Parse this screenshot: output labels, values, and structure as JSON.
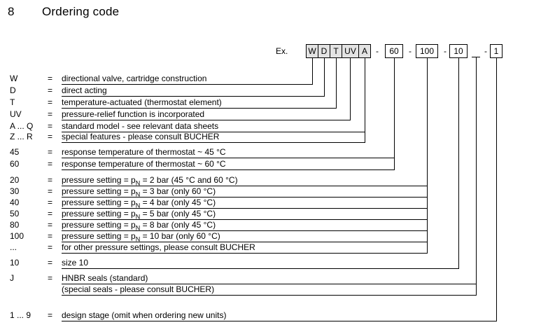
{
  "page": {
    "section_number": "8",
    "title": "Ordering code",
    "example_label": "Ex."
  },
  "colors": {
    "background": "#ffffff",
    "text": "#000000",
    "line": "#000000",
    "letter_box_fill": "#e3e3e3",
    "value_box_fill": "#ffffff",
    "box_border": "#000000"
  },
  "code_boxes": [
    {
      "label": "W",
      "type": "letter"
    },
    {
      "label": "D",
      "type": "letter"
    },
    {
      "label": "T",
      "type": "letter"
    },
    {
      "label": "UV",
      "type": "letter"
    },
    {
      "label": "A",
      "type": "letter"
    },
    {
      "label": "-",
      "type": "sep"
    },
    {
      "label": "60",
      "type": "value"
    },
    {
      "label": "-",
      "type": "sep"
    },
    {
      "label": "100",
      "type": "value"
    },
    {
      "label": "-",
      "type": "sep"
    },
    {
      "label": "10",
      "type": "value"
    },
    {
      "label": "",
      "type": "blank"
    },
    {
      "label": "-",
      "type": "sep"
    },
    {
      "label": "1",
      "type": "value"
    }
  ],
  "legend_rows": [
    {
      "code": "W",
      "eq": "=",
      "desc": "directional valve, cartridge construction"
    },
    {
      "code": "D",
      "eq": "=",
      "desc": "direct acting"
    },
    {
      "code": "T",
      "eq": "=",
      "desc": "temperature-actuated (thermostat element)"
    },
    {
      "code": "UV",
      "eq": "=",
      "desc": "pressure-relief function is incorporated"
    },
    {
      "code": "A ... Q",
      "eq": "=",
      "desc": "standard model - see relevant data sheets"
    },
    {
      "code": "Z ... R",
      "eq": "=",
      "desc": "special features - please consult BUCHER"
    },
    {
      "code": "45",
      "eq": "=",
      "desc": "response temperature of thermostat ~ 45 °C"
    },
    {
      "code": "60",
      "eq": "=",
      "desc": "response temperature of thermostat ~ 60 °C"
    },
    {
      "code": "20",
      "eq": "=",
      "desc_pre": "pressure setting = p",
      "desc_sub": "N",
      "desc_post": " = 2 bar (45 °C and 60 °C)"
    },
    {
      "code": "30",
      "eq": "=",
      "desc_pre": "pressure setting = p",
      "desc_sub": "N",
      "desc_post": " = 3 bar (only 60 °C)"
    },
    {
      "code": "40",
      "eq": "=",
      "desc_pre": "pressure setting = p",
      "desc_sub": "N",
      "desc_post": " = 4 bar (only 45 °C)"
    },
    {
      "code": "50",
      "eq": "=",
      "desc_pre": "pressure setting = p",
      "desc_sub": "N",
      "desc_post": " = 5 bar (only 45 °C)"
    },
    {
      "code": "80",
      "eq": "=",
      "desc_pre": "pressure setting = p",
      "desc_sub": "N",
      "desc_post": " = 8 bar (only 45 °C)"
    },
    {
      "code": "100",
      "eq": "=",
      "desc_pre": "pressure setting = p",
      "desc_sub": "N",
      "desc_post": " = 10 bar (only 60 °C)"
    },
    {
      "code": "...",
      "eq": "=",
      "desc": "for other pressure settings, please consult BUCHER"
    },
    {
      "code": "10",
      "eq": "=",
      "desc": "size 10"
    },
    {
      "code": "J",
      "eq": "=",
      "desc": "HNBR seals  (standard)"
    },
    {
      "code": "",
      "eq": "",
      "desc": "(special seals - please consult BUCHER)"
    },
    {
      "code": "1 ... 9",
      "eq": "=",
      "desc": "design stage (omit when ordering new units)"
    }
  ]
}
